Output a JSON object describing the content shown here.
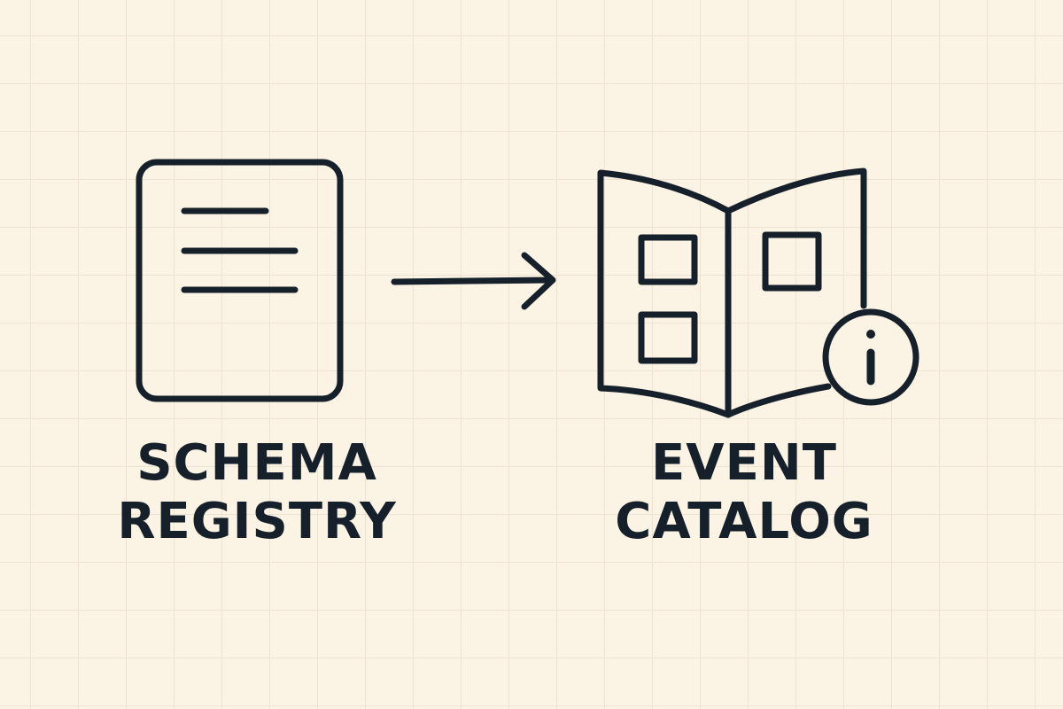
{
  "nodes": [
    {
      "id": "schema-registry",
      "lines": [
        "SCHEMA",
        "REGISTRY"
      ],
      "icon": "document-icon"
    },
    {
      "id": "event-catalog",
      "lines": [
        "EVENT",
        "CATALOG"
      ],
      "icon": "open-catalog-book-icon",
      "badge_icon": "info-icon"
    }
  ],
  "edges": [
    {
      "from": "schema-registry",
      "to": "event-catalog",
      "icon": "arrow-right-icon"
    }
  ],
  "colors": {
    "background": "#fbf3e4",
    "grid": "#ede3d0",
    "ink": "#15202b"
  }
}
